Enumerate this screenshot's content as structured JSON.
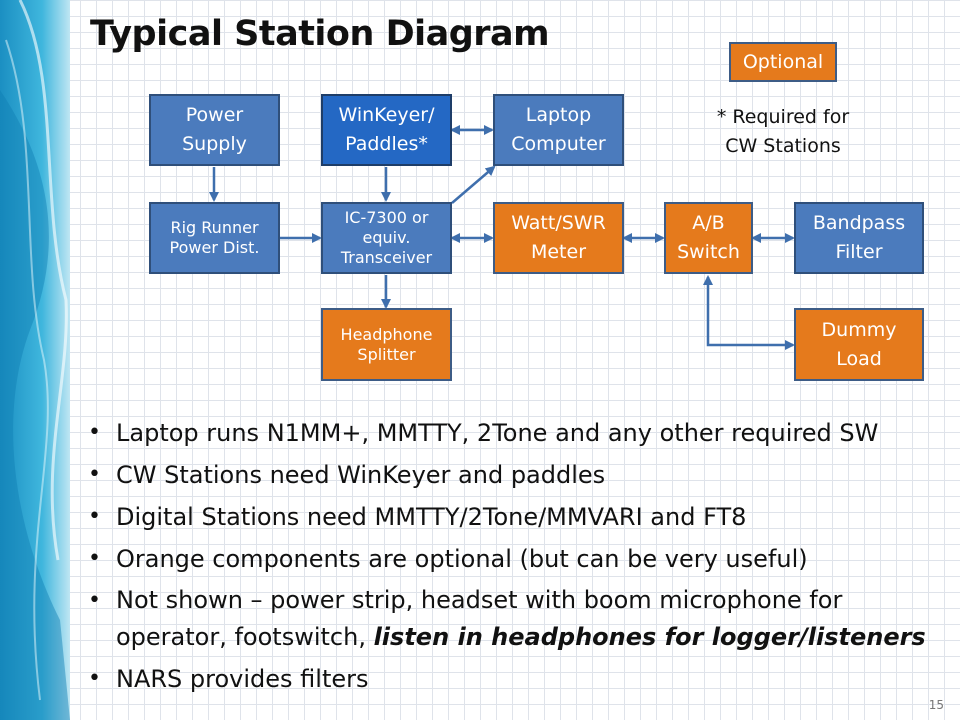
{
  "slide": {
    "title": "Typical Station Diagram",
    "page_number": "15"
  },
  "legend": {
    "optional_label": "Optional",
    "note": "* Required for\nCW Stations"
  },
  "boxes": {
    "power_supply": "Power\nSupply",
    "winkeyer": "WinKeyer/\nPaddles*",
    "laptop": "Laptop\nComputer",
    "rig_runner": "Rig Runner\nPower Dist.",
    "transceiver": "IC-7300 or\nequiv.\nTransceiver",
    "watt_meter": "Watt/SWR\nMeter",
    "ab_switch": "A/B\nSwitch",
    "bandpass": "Bandpass\nFilter",
    "headphone_splitter": "Headphone\nSplitter",
    "dummy_load": "Dummy\nLoad"
  },
  "bullets": [
    "Laptop runs N1MM+, MMTTY, 2Tone and any other required SW",
    "CW Stations need WinKeyer and paddles",
    "Digital Stations need MMTTY/2Tone/MMVARI and FT8",
    "Orange components are optional (but can be very useful)"
  ],
  "bullet_not_shown": {
    "plain": "Not shown – power strip, headset with boom microphone for operator, footswitch, ",
    "emphasis": "listen in headphones for logger/listeners"
  },
  "bullet_last": "NARS provides filters",
  "colors": {
    "standard_box": "#4b7bbd",
    "highlighted_box": "#2468c4",
    "optional_box": "#e57a1c",
    "arrow": "#3f6fad"
  }
}
